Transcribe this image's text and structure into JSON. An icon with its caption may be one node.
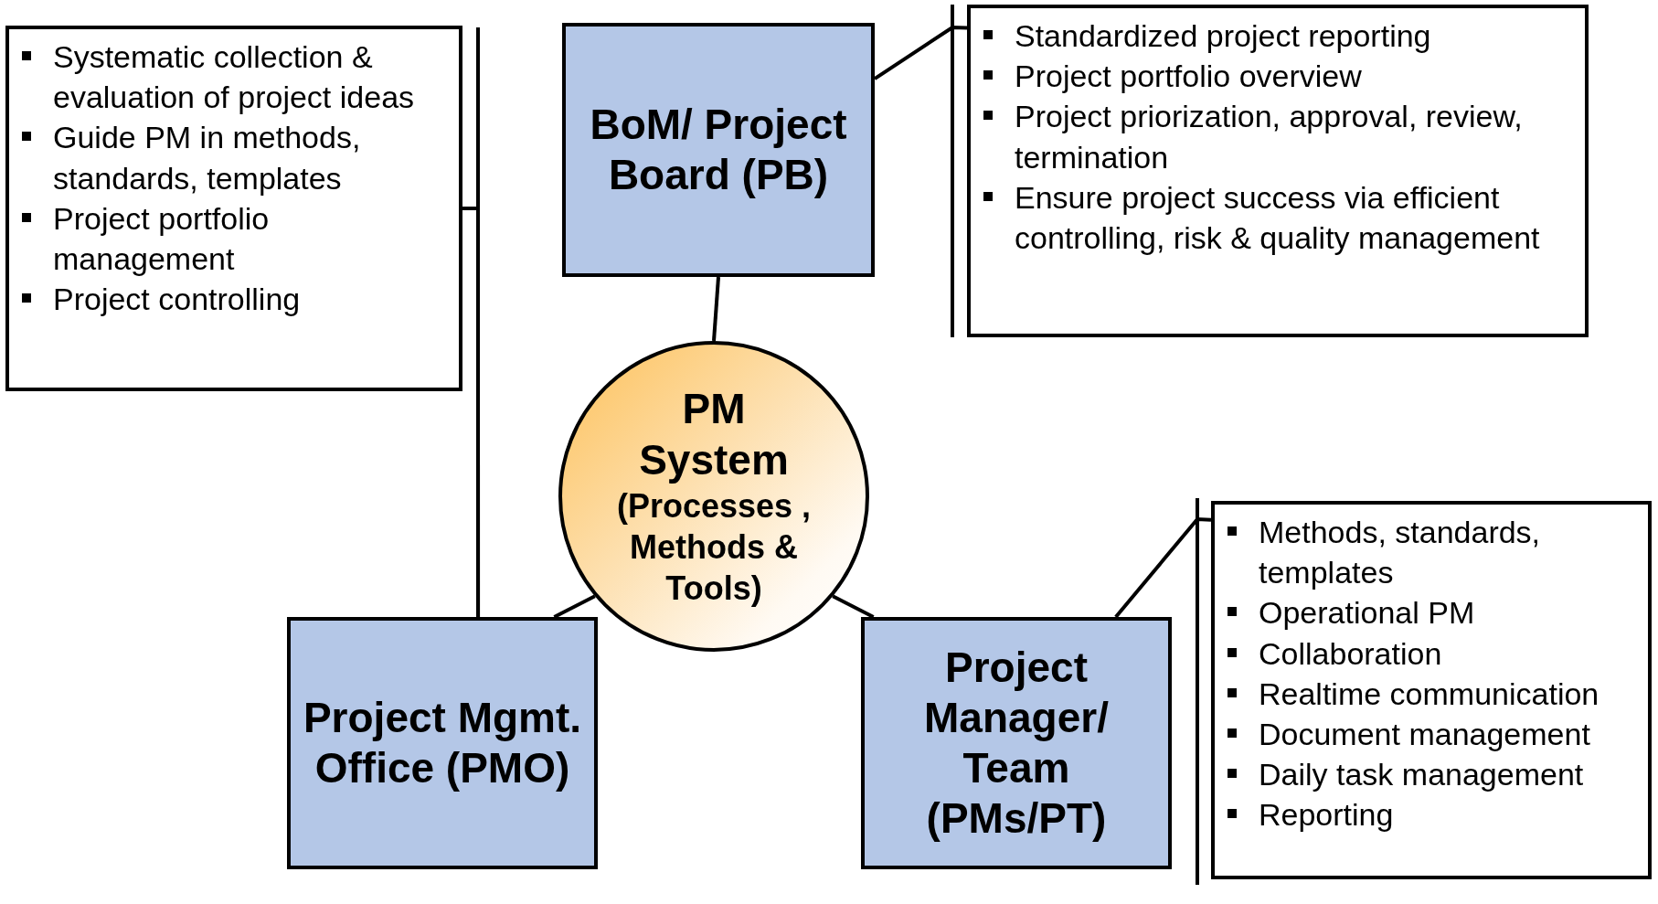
{
  "diagram": {
    "nodes": [
      {
        "text": [
          "Systematic collection & evaluation of project ideas",
          "Guide PM in methods, standards, templates",
          "Project portfolio management",
          "Project controlling"
        ]
      },
      {
        "text": [
          "BoM/ Project Board (PB)"
        ]
      },
      {
        "text": [
          "Standardized project reporting",
          "Project portfolio overview",
          "Project priorization, approval, review, termination",
          "Ensure project success via efficient controlling, risk & quality management"
        ]
      },
      {
        "text": [
          "PM System",
          "(Processes , Methods & Tools)"
        ]
      },
      {
        "text": [
          "Project Mgmt. Office (PMO)"
        ]
      },
      {
        "text": [
          "Project Manager/ Team (PMs/PT)"
        ]
      },
      {
        "text": [
          "Methods, standards, templates",
          "Operational PM",
          "Collaboration",
          "Realtime communication",
          "Document management",
          "Daily task management",
          "Reporting"
        ]
      }
    ],
    "edges": [
      {
        "from": 1,
        "to": 3,
        "arrow": "none"
      },
      {
        "from": 3,
        "to": 4,
        "arrow": "none"
      },
      {
        "from": 3,
        "to": 5,
        "arrow": "none"
      },
      {
        "from": 1,
        "to": 2,
        "arrow": "none"
      },
      {
        "from": 4,
        "to": 0,
        "arrow": "none"
      },
      {
        "from": 5,
        "to": 6,
        "arrow": "none"
      }
    ]
  }
}
